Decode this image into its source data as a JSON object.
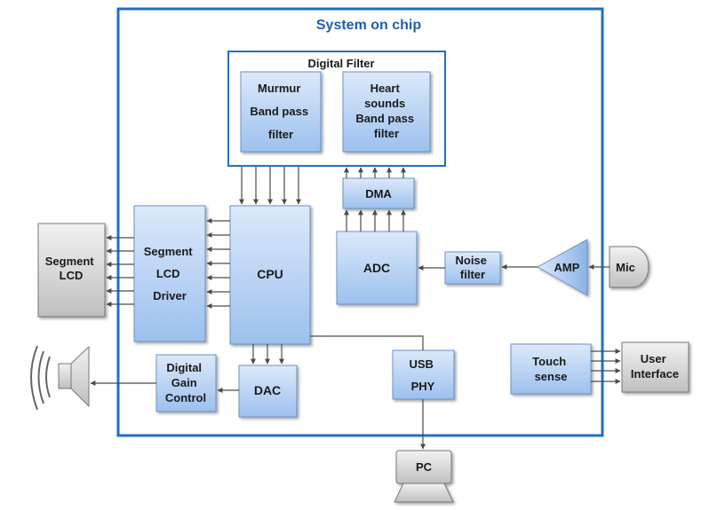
{
  "soc": {
    "title": "System on chip"
  },
  "digital_filter": {
    "title": "Digital Filter"
  },
  "murmur": {
    "lines": [
      "Murmur",
      "Band pass",
      "filter"
    ]
  },
  "heart": {
    "lines": [
      "Heart",
      "sounds",
      "Band pass",
      "filter"
    ]
  },
  "dma": {
    "label": "DMA"
  },
  "cpu": {
    "label": "CPU"
  },
  "adc": {
    "label": "ADC"
  },
  "segment_driver": {
    "lines": [
      "Segment",
      "LCD",
      "Driver"
    ]
  },
  "segment_lcd": {
    "lines": [
      "Segment",
      "LCD"
    ]
  },
  "noise_filter": {
    "lines": [
      "Noise",
      "filter"
    ]
  },
  "amp": {
    "label": "AMP"
  },
  "mic": {
    "label": "Mic"
  },
  "digital_gain": {
    "lines": [
      "Digital",
      "Gain",
      "Control"
    ]
  },
  "dac": {
    "label": "DAC"
  },
  "usb_phy": {
    "lines": [
      "USB",
      "PHY"
    ]
  },
  "touch_sense": {
    "lines": [
      "Touch",
      "sense"
    ]
  },
  "user_interface": {
    "lines": [
      "User",
      "Interface"
    ]
  },
  "pc": {
    "label": "PC"
  },
  "colors": {
    "soc_border": "#1f6fc5",
    "block_fill_top": "#dce9fa",
    "block_fill_bottom": "#9cc0ee",
    "block_stroke": "#6a94c6",
    "external_fill": "#d9d9d9",
    "arrow": "#4a4a4a",
    "title": "#1f5fa8"
  }
}
